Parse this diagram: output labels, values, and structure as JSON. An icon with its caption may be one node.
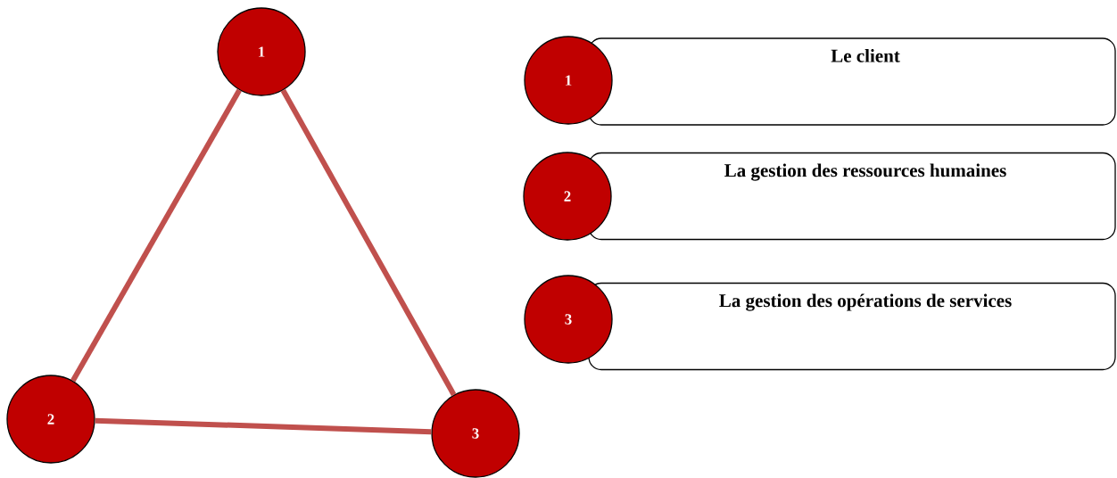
{
  "diagram": {
    "nodes": [
      {
        "text": [
          "1"
        ]
      },
      {
        "text": [
          "1"
        ]
      },
      {
        "text": [
          "Le client"
        ]
      },
      {
        "text": [
          "2"
        ]
      },
      {
        "text": [
          "La gestion des ressources humaines"
        ]
      },
      {
        "text": [
          "3"
        ]
      },
      {
        "text": [
          "La gestion des opérations de services"
        ]
      },
      {
        "text": [
          "2"
        ]
      },
      {
        "text": [
          "3"
        ]
      }
    ],
    "edges": [
      {
        "from": 0,
        "to": 7,
        "arrow": "none"
      },
      {
        "from": 0,
        "to": 8,
        "arrow": "none"
      },
      {
        "from": 7,
        "to": 8,
        "arrow": "none"
      }
    ]
  }
}
